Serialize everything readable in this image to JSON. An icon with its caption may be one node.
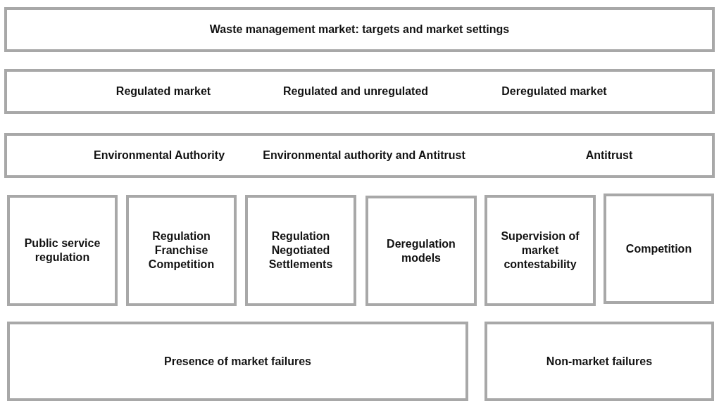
{
  "diagram": {
    "nodes": [
      {
        "text": [
          "Waste management market: targets and market settings"
        ]
      },
      {
        "text": [
          "Regulated market",
          "Regulated and unregulated",
          "Deregulated market"
        ]
      },
      {
        "text": [
          "Environmental Authority",
          "Environmental authority and Antitrust",
          "Antitrust"
        ]
      },
      {
        "text": [
          "Public service regulation"
        ]
      },
      {
        "text": [
          "Regulation Franchise Competition"
        ]
      },
      {
        "text": [
          "Regulation Negotiated Settlements"
        ]
      },
      {
        "text": [
          "Deregulation models"
        ]
      },
      {
        "text": [
          "Supervision of market contestability"
        ]
      },
      {
        "text": [
          "Competition"
        ]
      },
      {
        "text": [
          "Presence of market failures"
        ]
      },
      {
        "text": [
          "Non-market failures"
        ]
      }
    ]
  }
}
